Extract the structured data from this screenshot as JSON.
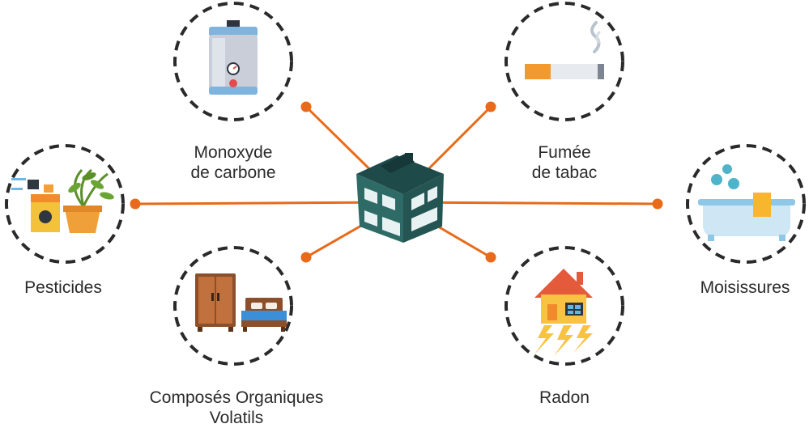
{
  "colors": {
    "connector": "#E86A1A",
    "ring": "#2A2A2A",
    "house_roof": "#1F4A4A",
    "house_wall": "#2F6B66",
    "text": "#2B2B2B"
  },
  "center": {
    "icon": "house-icon"
  },
  "nodes": {
    "co": {
      "line1": "Monoxyde",
      "line2": "de carbone",
      "icon": "water-heater-icon"
    },
    "smoke": {
      "line1": "Fumée",
      "line2": "de tabac",
      "icon": "cigarette-icon"
    },
    "pesticides": {
      "line1": "Pesticides",
      "line2": "",
      "icon": "spray-and-plant-icon"
    },
    "mold": {
      "line1": "Moisissures",
      "line2": "",
      "icon": "bathtub-icon"
    },
    "voc": {
      "line1": "Composés Organiques",
      "line2": "Volatils",
      "icon": "furniture-icon"
    },
    "radon": {
      "line1": "Radon",
      "line2": "",
      "icon": "radon-house-icon"
    }
  }
}
